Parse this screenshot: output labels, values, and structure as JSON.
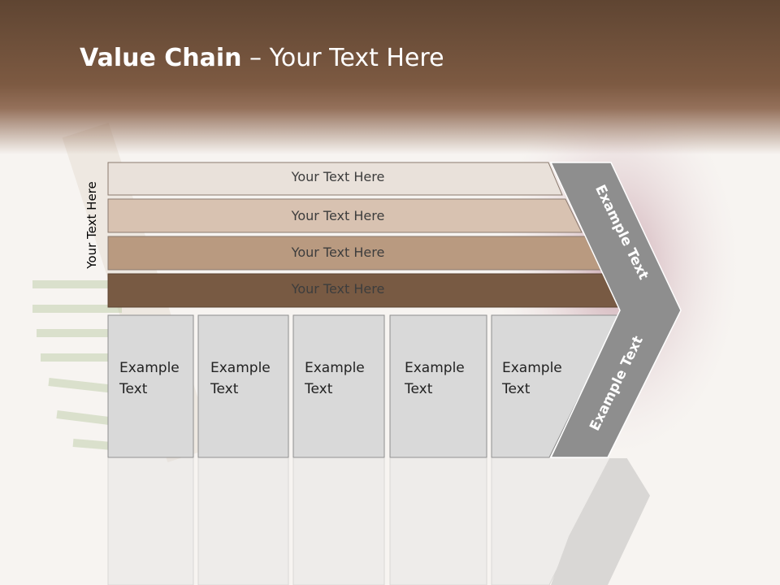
{
  "slide": {
    "title_bold": "Value Chain",
    "title_rest": " – Your Text Here",
    "side_label": "Your Text Here"
  },
  "bars": [
    {
      "label": "Your Text Here",
      "color": "#e9e1da"
    },
    {
      "label": "Your Text Here",
      "color": "#d8c2b1"
    },
    {
      "label": "Your Text Here",
      "color": "#b99a80"
    },
    {
      "label": "Your Text Here",
      "color": "#785a43"
    }
  ],
  "columns": [
    {
      "line1": "Example",
      "line2": "Text"
    },
    {
      "line1": "Example",
      "line2": "Text"
    },
    {
      "line1": "Example",
      "line2": "Text"
    },
    {
      "line1": "Example",
      "line2": "Text"
    },
    {
      "line1": "Example",
      "line2": "Text"
    }
  ],
  "chevron": {
    "upper_label": "Example Text",
    "lower_label": "Example Text",
    "color": "#8e8e8e"
  },
  "colors": {
    "header": "#6b4e3a",
    "column_fill": "#d9d9d9"
  }
}
